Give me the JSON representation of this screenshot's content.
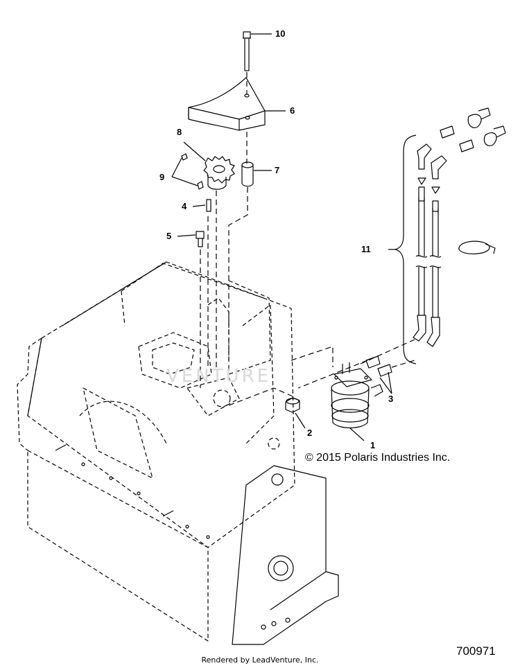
{
  "callouts": [
    {
      "id": "1",
      "label": "1"
    },
    {
      "id": "2",
      "label": "2"
    },
    {
      "id": "3",
      "label": "3"
    },
    {
      "id": "4",
      "label": "4"
    },
    {
      "id": "5",
      "label": "5"
    },
    {
      "id": "6",
      "label": "6"
    },
    {
      "id": "7",
      "label": "7"
    },
    {
      "id": "8",
      "label": "8"
    },
    {
      "id": "9",
      "label": "9"
    },
    {
      "id": "10",
      "label": "10"
    },
    {
      "id": "11",
      "label": "11"
    }
  ],
  "copyright": "© 2015 Polaris Industries Inc.",
  "diagram_id": "700971",
  "rendered_by": "Rendered by LeadVenture, Inc.",
  "watermark": "VENTURE",
  "colors": {
    "line": "#000000",
    "background": "#ffffff",
    "watermark": "#d8d8d8"
  }
}
